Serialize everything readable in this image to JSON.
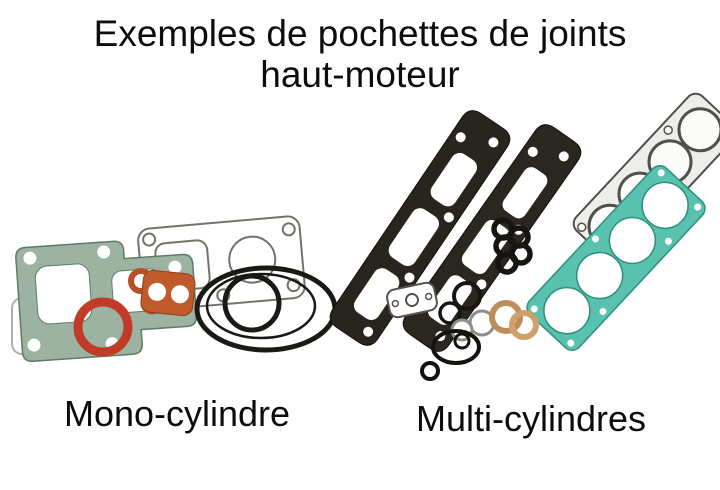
{
  "title": {
    "line1": "Exemples de pochettes de joints",
    "line2": "haut-moteur"
  },
  "captions": {
    "mono": "Mono-cylindre",
    "multi": "Multi-cylindres"
  },
  "illustration": {
    "kits": [
      "mono-cylinder-gasket-kit",
      "multi-cylinder-gasket-kit"
    ],
    "colors": {
      "background": "#ffffff",
      "text": "#0d0d0d",
      "gasket_green": "#9cb3a1",
      "gasket_teal": "#58c2af",
      "gasket_dark": "#28251f",
      "gasket_steel": "#ededeb",
      "gasket_orange": "#c05a2a",
      "ring_red": "#c23b28",
      "ring_copper": "#bf8d5a",
      "o_ring_black": "#1b1916"
    }
  }
}
